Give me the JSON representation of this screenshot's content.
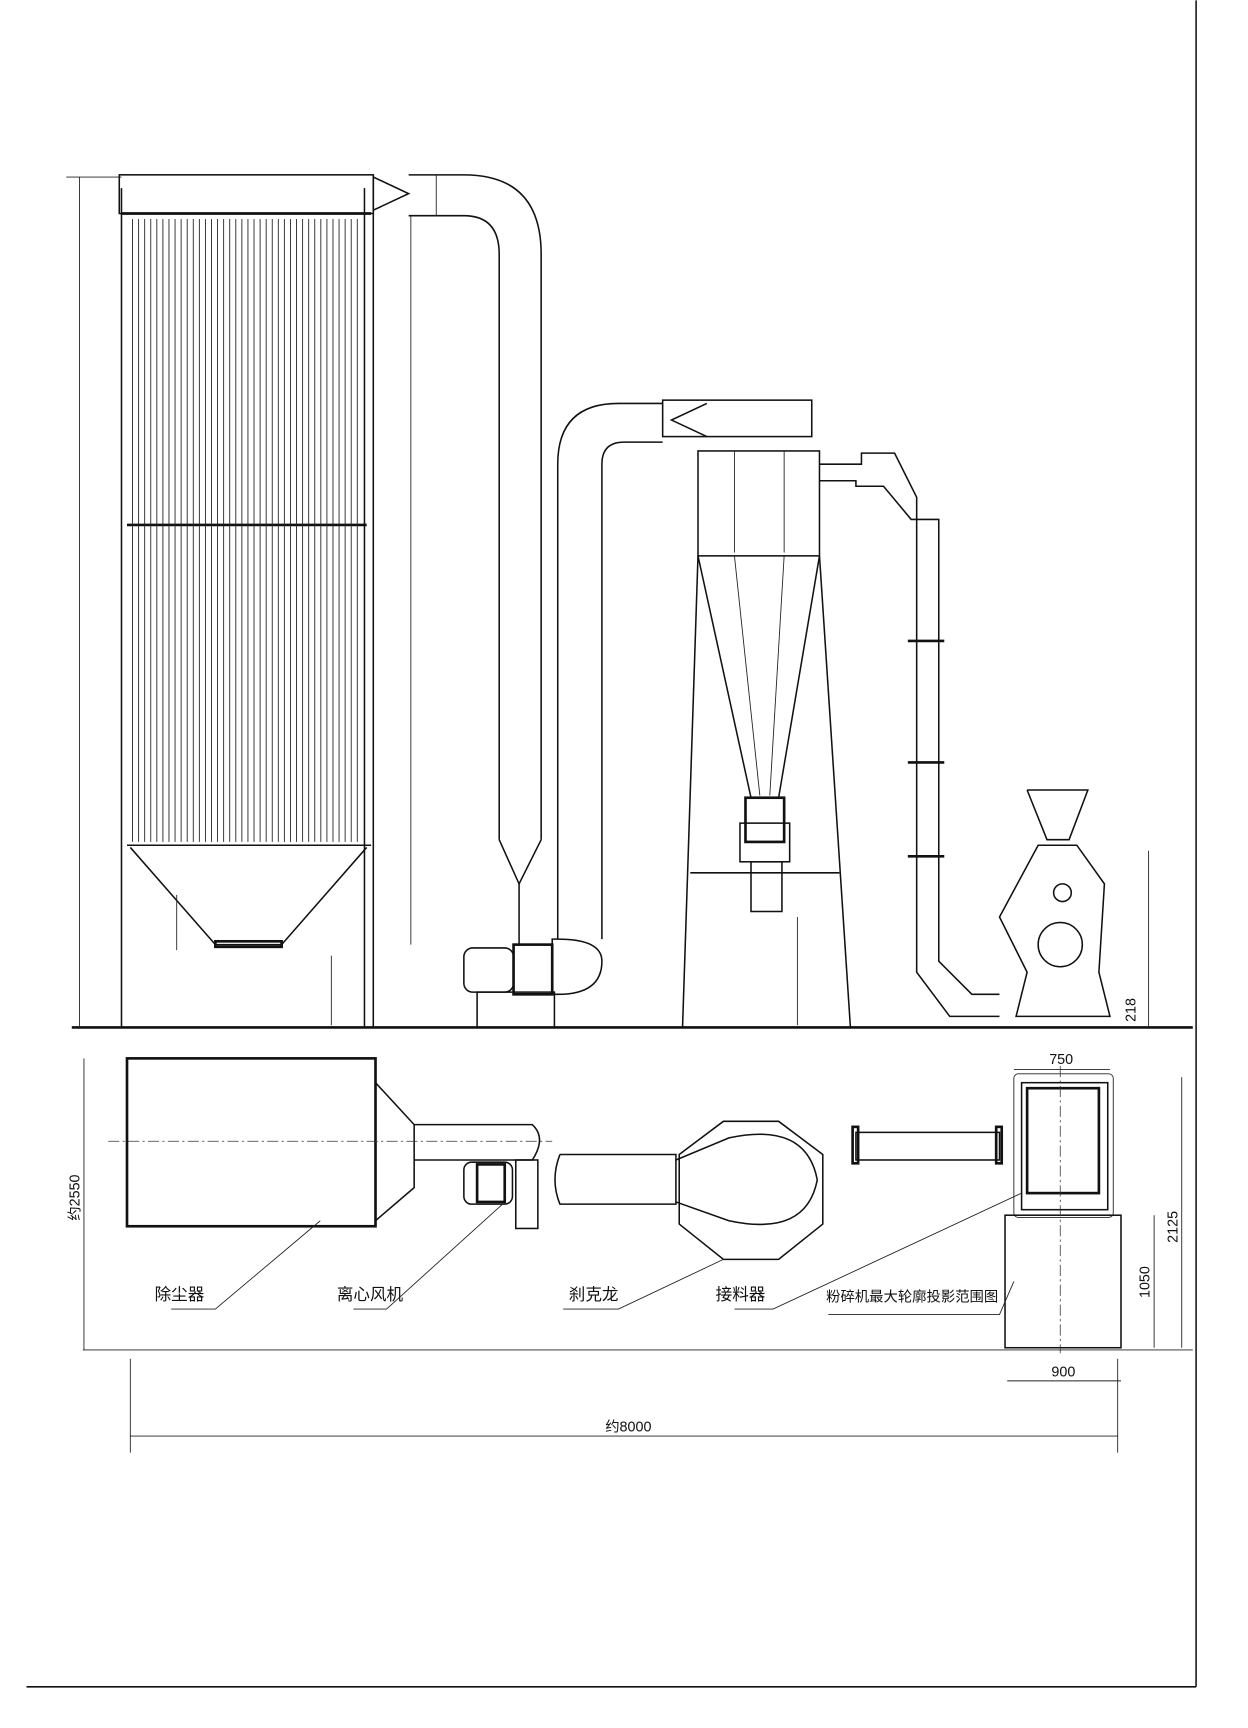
{
  "labels": {
    "dust_collector": "除尘器",
    "centrifugal_fan": "离心风机",
    "cyclone": "刹克龙",
    "receiver": "接料器",
    "crusher_projection": "粉碎机最大轮廓投影范围图"
  },
  "dimensions": {
    "overall_width": "约8000",
    "overall_depth": "约2550",
    "crusher_depth": "2125",
    "crusher_base_depth": "1050",
    "crusher_top_width": "750",
    "crusher_base_width": "900",
    "outlet_height": "218"
  }
}
